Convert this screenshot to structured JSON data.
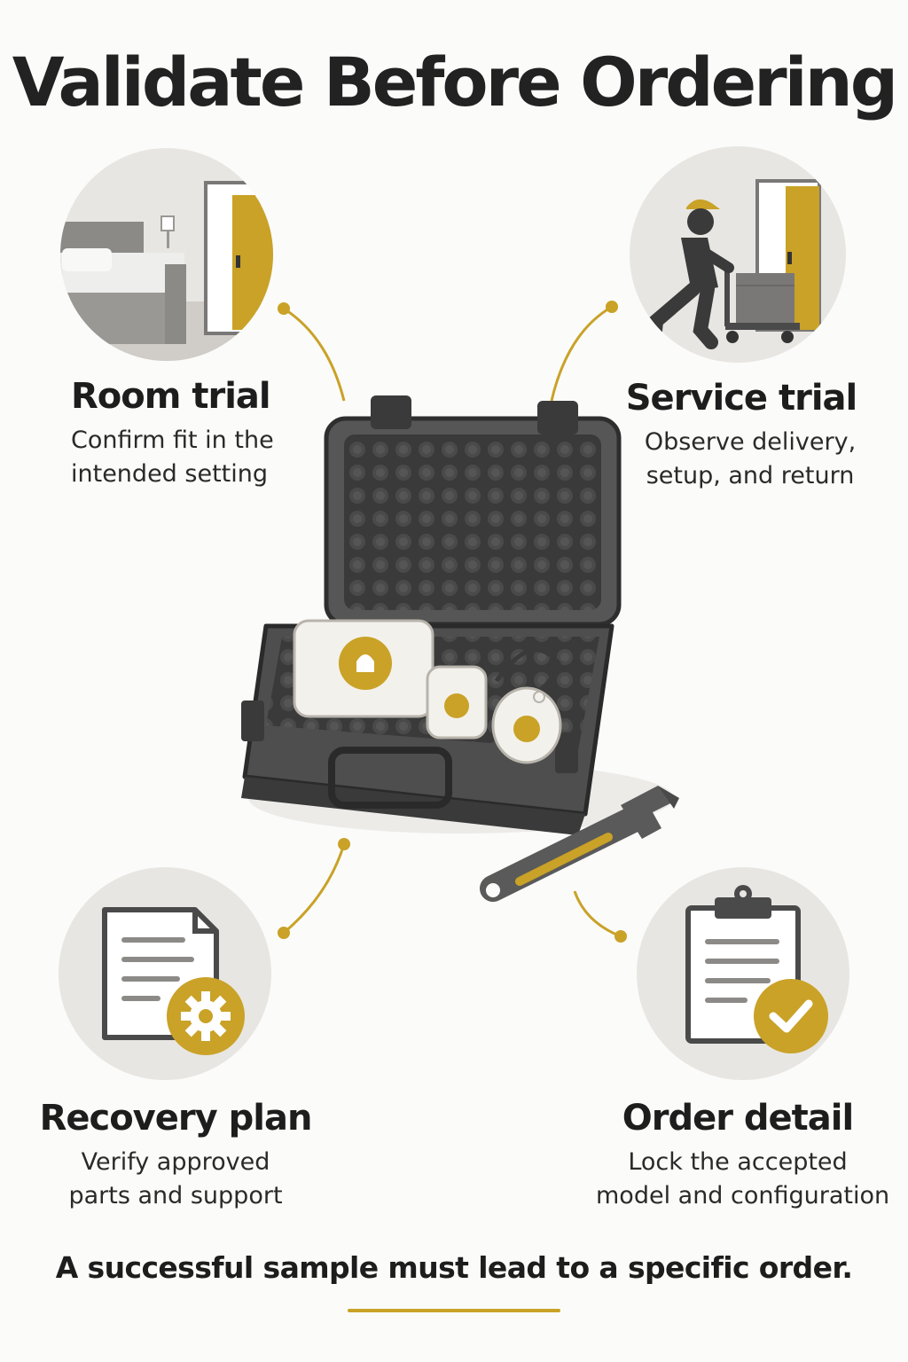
{
  "title": "Validate Before Ordering",
  "accent_color": "#c9a227",
  "dark_color": "#4a4a4a",
  "steps": [
    {
      "heading": "Room trial",
      "line1": "Confirm fit in the",
      "line2": "intended setting",
      "icon": "bedroom-door-icon"
    },
    {
      "heading": "Service trial",
      "line1": "Observe delivery,",
      "line2": "setup, and return",
      "icon": "delivery-worker-icon"
    },
    {
      "heading": "Recovery plan",
      "line1": "Verify approved",
      "line2": "parts and support",
      "icon": "document-gear-icon"
    },
    {
      "heading": "Order detail",
      "line1": "Lock the accepted",
      "line2": "model and configuration",
      "icon": "clipboard-check-icon"
    }
  ],
  "center_illustration": "sample-kit-case-icon",
  "footer": "A successful sample must lead to a specific order."
}
